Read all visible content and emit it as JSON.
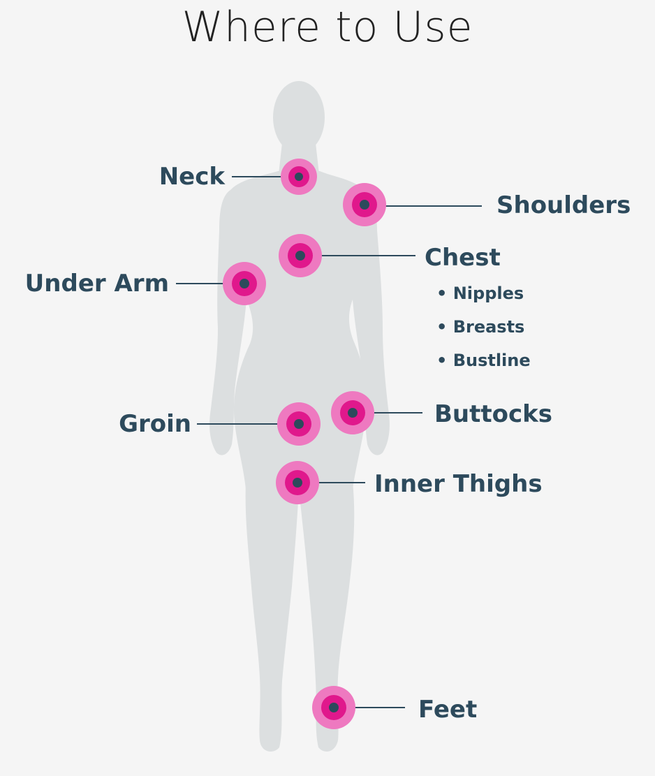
{
  "title": "Where to Use",
  "colors": {
    "background": "#f5f5f5",
    "silhouette": "#dcdfe0",
    "ring_outer": "#ee79c0",
    "ring_inner": "#e0188c",
    "ring_center": "#2d4a5c",
    "label": "#2d4a5c"
  },
  "labels": {
    "neck": "Neck",
    "shoulders": "Shoulders",
    "chest": "Chest",
    "under_arm": "Under Arm",
    "groin": "Groin",
    "buttocks": "Buttocks",
    "inner_thighs": "Inner Thighs",
    "feet": "Feet"
  },
  "chest_sub": {
    "nipples": "• Nipples",
    "breasts": "• Breasts",
    "bustline": "• Bustline"
  }
}
